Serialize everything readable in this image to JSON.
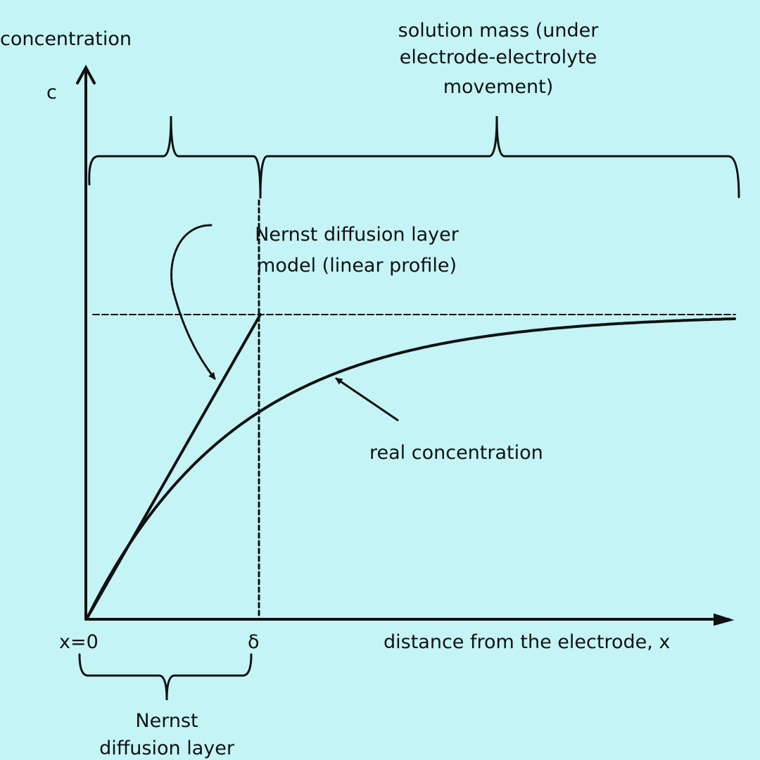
{
  "labels": {
    "y_axis_title": "concentration",
    "y_axis_symbol": "c",
    "solution_mass": [
      "solution mass (under",
      "electrode-electrolyte",
      "movement)"
    ],
    "nernst_model": [
      "Nernst diffusion layer",
      "model (linear profile)"
    ],
    "real_concentration": "real concentration",
    "origin": "x=0",
    "delta": "δ",
    "x_axis_title": "distance from the electrode, x",
    "nernst_layer": [
      "Nernst",
      "diffusion layer"
    ]
  },
  "colors": {
    "background": "#c4f4f6",
    "ink": "#111111"
  }
}
